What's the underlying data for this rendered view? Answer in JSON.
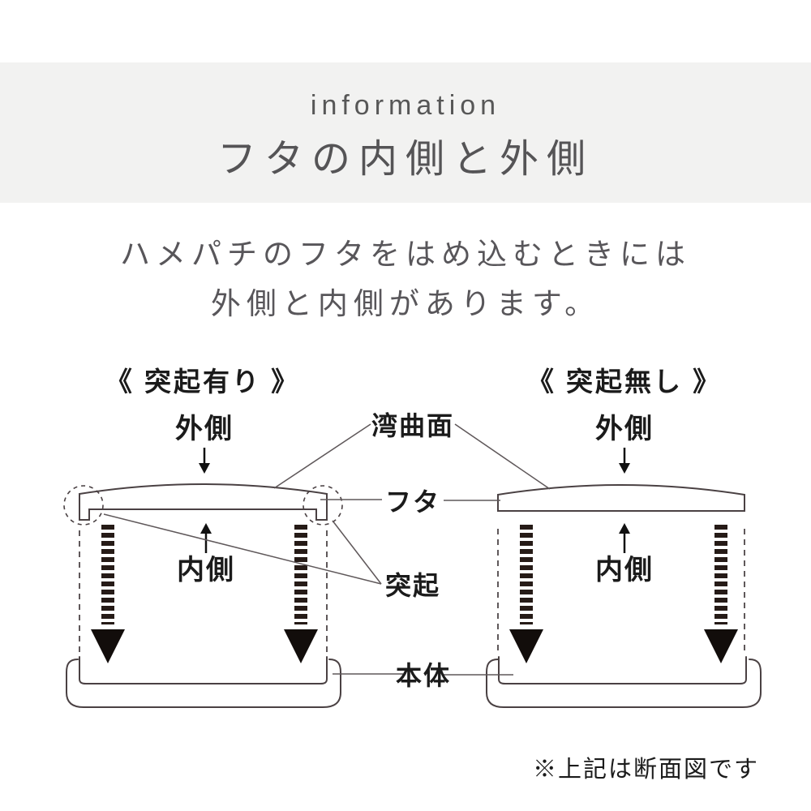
{
  "header": {
    "eyebrow": "information",
    "title": "フタの内側と外側"
  },
  "intro": {
    "line1": "ハメパチのフタをはめ込むときには",
    "line2": "外側と内側があります。"
  },
  "diagram": {
    "left": {
      "title": "《 突起有り 》",
      "outside_label": "外側",
      "inside_label": "内側"
    },
    "right": {
      "title": "《 突起無し 》",
      "outside_label": "外側",
      "inside_label": "内側"
    },
    "labels": {
      "curved_surface": "湾曲面",
      "lid": "フタ",
      "protrusion": "突起",
      "body": "本体"
    },
    "note": "※上記は断面図です"
  },
  "colors": {
    "band-bg": "#f2f2f1",
    "line": "#4a4143",
    "leader": "#5f585a",
    "arrow-dark": "#261b17",
    "head": "#120d0b",
    "text-dark": "#1b1b1b",
    "text-gray": "#575757"
  }
}
